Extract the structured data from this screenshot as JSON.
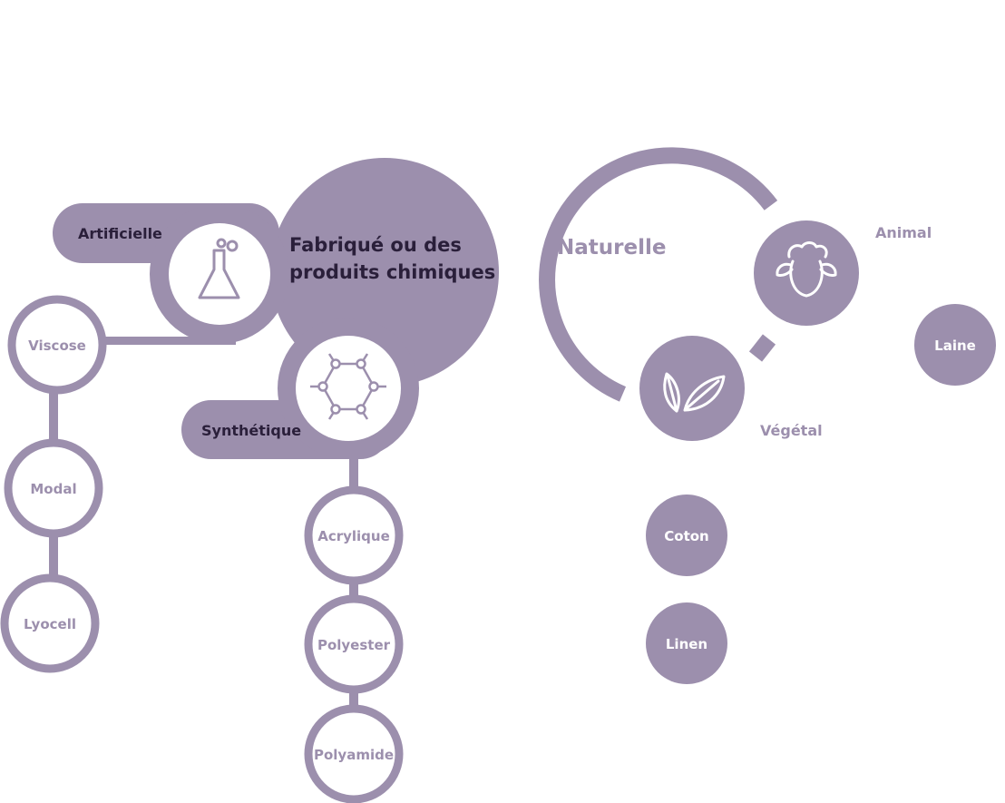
{
  "colors": {
    "primary": "#9c8fad",
    "dark_text": "#2a1f3a",
    "white": "#ffffff"
  },
  "manufactured": {
    "title_line1": "Fabriqué ou des",
    "title_line2": "produits chimiques",
    "artificial": {
      "label": "Artificielle",
      "icon": "flask-icon",
      "children": [
        "Viscose",
        "Modal",
        "Lyocell"
      ]
    },
    "synthetic": {
      "label": "Synthétique",
      "icon": "molecule-icon",
      "children": [
        "Acrylique",
        "Polyester",
        "Polyamide"
      ]
    }
  },
  "natural": {
    "title": "Naturelle",
    "animal": {
      "label": "Animal",
      "icon": "sheep-icon",
      "children": [
        "Laine"
      ]
    },
    "vegetal": {
      "label": "Végétal",
      "icon": "leaf-icon",
      "children": [
        "Coton",
        "Linen"
      ]
    }
  }
}
